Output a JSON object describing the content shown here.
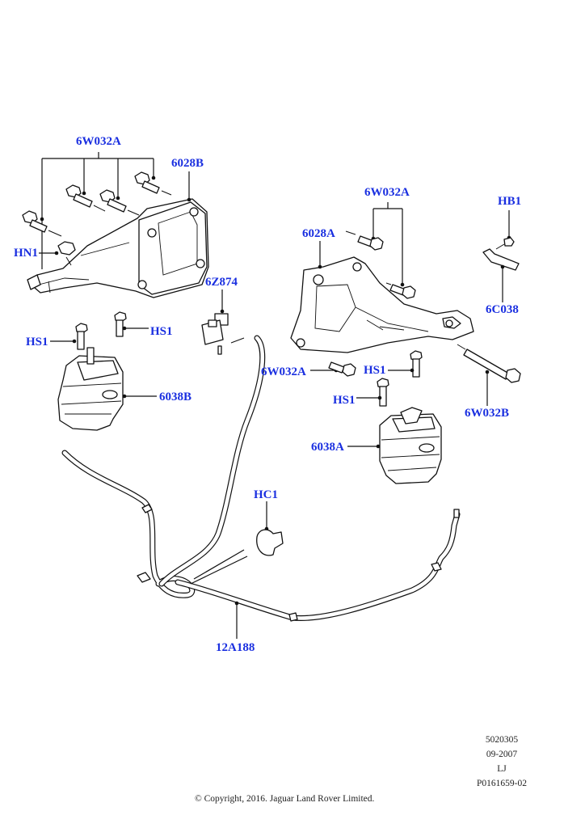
{
  "diagram": {
    "title": "Engine mounting parts diagram",
    "callouts": {
      "left_bolts": "6W032A",
      "left_bracket": "6028B",
      "left_nut": "HN1",
      "sensor": "6Z874",
      "left_mount_bolt_a": "HS1",
      "left_mount_bolt_b": "HS1",
      "left_mount": "6038B",
      "right_bolts_top": "6W032A",
      "right_bracket": "6028A",
      "clip_bolt": "HB1",
      "clip": "6C038",
      "right_bolt_lower": "6W032A",
      "right_mount_bolt_a": "HS1",
      "right_mount_bolt_b": "HS1",
      "long_bolt": "6W032B",
      "right_mount": "6038A",
      "hose_clip": "HC1",
      "hose": "12A188"
    },
    "info": {
      "code": "5020305",
      "date": "09-2007",
      "initials": "LJ",
      "ref": "P0161659-02"
    },
    "copyright": "© Copyright, 2016. Jaguar Land Rover Limited."
  }
}
